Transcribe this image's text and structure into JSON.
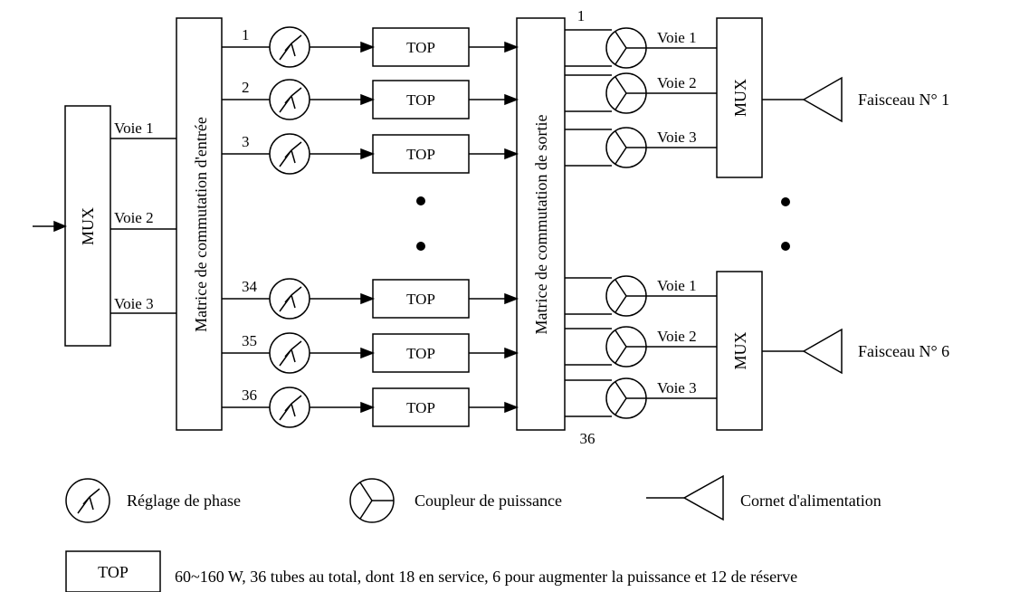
{
  "mux_label": "MUX",
  "input_mux": {
    "label": "MUX",
    "outputs": [
      "Voie 1",
      "Voie 2",
      "Voie 3"
    ]
  },
  "input_matrix": {
    "label": "Matrice de commutation d'entrée"
  },
  "output_matrix": {
    "label": "Matrice de commutation de sortie",
    "top_index": "1",
    "bottom_index": "36"
  },
  "channels": [
    {
      "number": "1",
      "top_label": "TOP"
    },
    {
      "number": "2",
      "top_label": "TOP"
    },
    {
      "number": "3",
      "top_label": "TOP"
    },
    {
      "number": "34",
      "top_label": "TOP"
    },
    {
      "number": "35",
      "top_label": "TOP"
    },
    {
      "number": "36",
      "top_label": "TOP"
    }
  ],
  "beams": [
    {
      "label": "Faisceau N° 1",
      "mux_label": "MUX",
      "voies": [
        "Voie 1",
        "Voie 2",
        "Voie 3"
      ]
    },
    {
      "label": "Faisceau N° 6",
      "mux_label": "MUX",
      "voies": [
        "Voie 1",
        "Voie 2",
        "Voie 3"
      ]
    }
  ],
  "legend": {
    "phase": "Réglage de phase",
    "coupler": "Coupleur de puissance",
    "horn": "Cornet d'alimentation",
    "top_box": "TOP",
    "top_desc": "60~160 W, 36 tubes au total, dont 18 en service, 6 pour augmenter la puissance et 12 de réserve"
  }
}
